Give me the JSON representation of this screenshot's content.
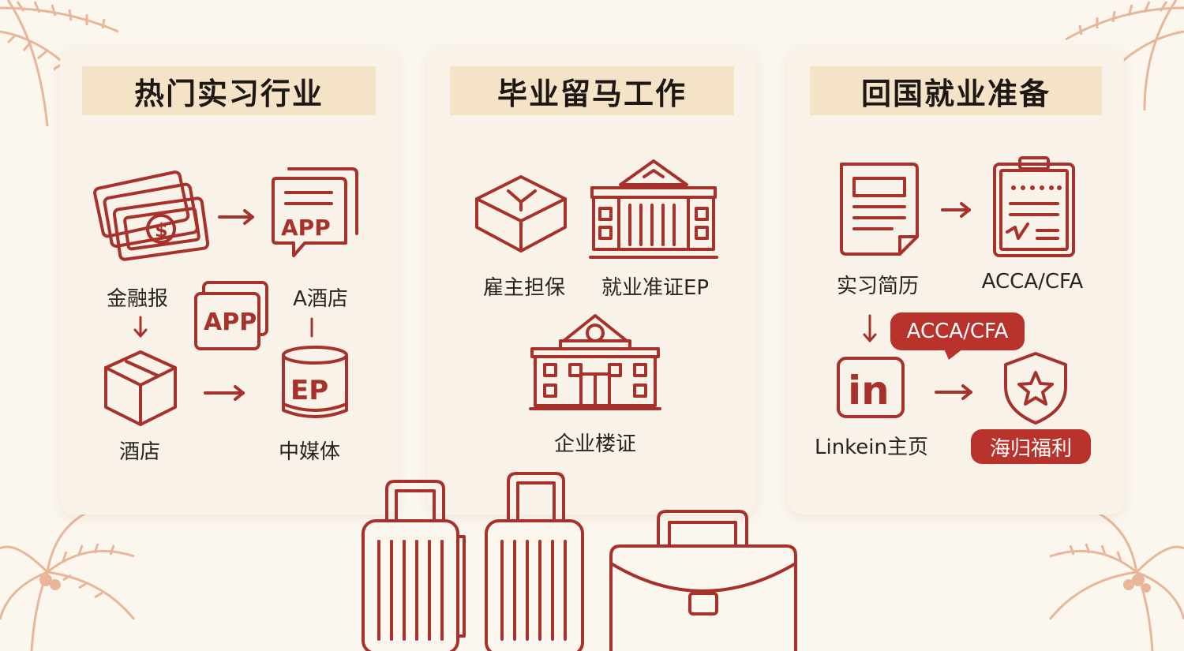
{
  "colors": {
    "accent": "#a7322b",
    "title_band": "#f5e3c8",
    "background": "#fbf6ee",
    "palm": "#e8b79a"
  },
  "panels": [
    {
      "title": "热门实习行业",
      "items": {
        "finance": "金融报",
        "a_hotel": "A酒店",
        "hotel": "酒店",
        "media": "中媒体"
      },
      "icons": {
        "app_doc": "APP",
        "app_small": "APP",
        "ep_drum": "EP",
        "dollar": "$"
      }
    },
    {
      "title": "毕业留马工作",
      "items": {
        "sponsor": "雇主担保",
        "ep": "就业准证EP",
        "company": "企业楼证"
      }
    },
    {
      "title": "回国就业准备",
      "items": {
        "resume": "实习简历",
        "cert": "ACCA/CFA",
        "bubble": "ACCA/CFA",
        "linkedin": "Linkein主页",
        "benefit": "海归福利"
      },
      "icons": {
        "linkedin_logo": "in"
      }
    }
  ]
}
